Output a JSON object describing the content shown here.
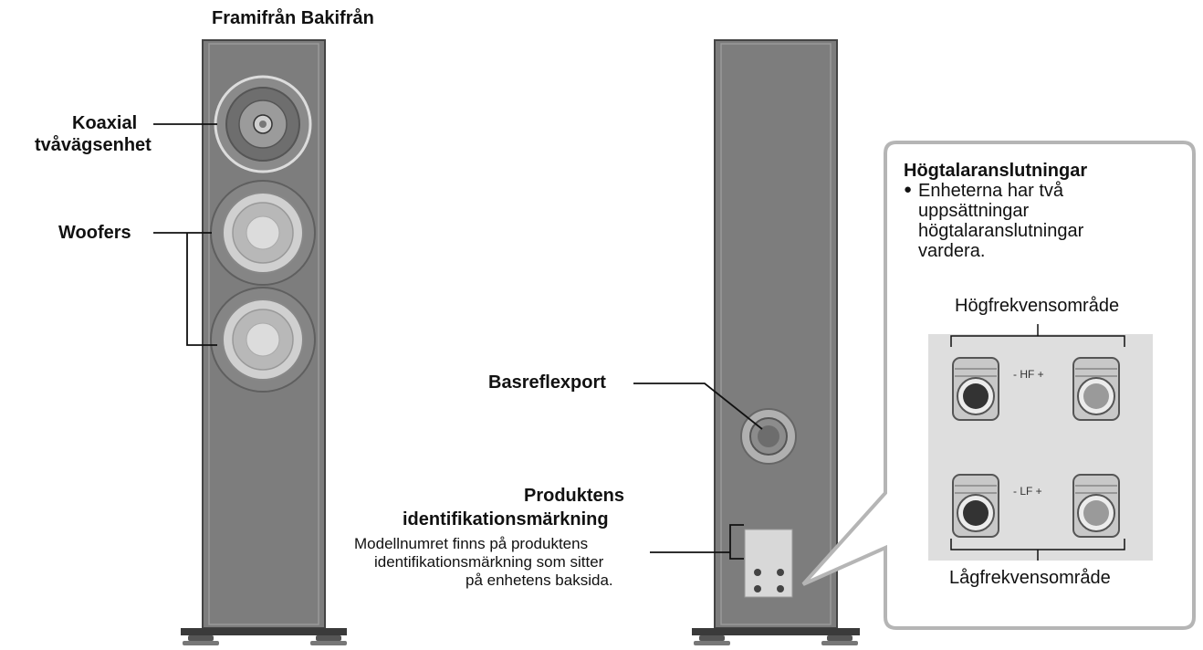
{
  "heading": "Framifrån Bakifrån",
  "front": {
    "coaxial_label_line1": "Koaxial",
    "coaxial_label_line2": "tvåvägsenhet",
    "woofers_label": "Woofers"
  },
  "back": {
    "bass_reflex_label": "Basreflexport",
    "product_id_title_line1": "Produktens",
    "product_id_title_line2": "identifikationsmärkning",
    "product_id_desc_line1": "Modellnumret finns på produktens",
    "product_id_desc_line2": "identifikationsmärkning som sitter",
    "product_id_desc_line3": "på enhetens baksida."
  },
  "callout": {
    "title": "Högtalaranslutningar",
    "bullet": "●",
    "text_line1": "Enheterna har två",
    "text_line2": "uppsättningar",
    "text_line3": "högtalaranslutningar",
    "text_line4": "vardera.",
    "high_range_label": "Högfrekvensområde",
    "low_range_label": "Lågfrekvensområde",
    "hf_terminal_label": "- HF +",
    "lf_terminal_label": "- LF +"
  },
  "colors": {
    "cabinet": "#7d7d7d",
    "cabinet_edge": "#5a5a5a",
    "driver_ring": "#c9c9c9",
    "callout_border": "#b5b5b5",
    "terminal_panel": "#dedede"
  }
}
